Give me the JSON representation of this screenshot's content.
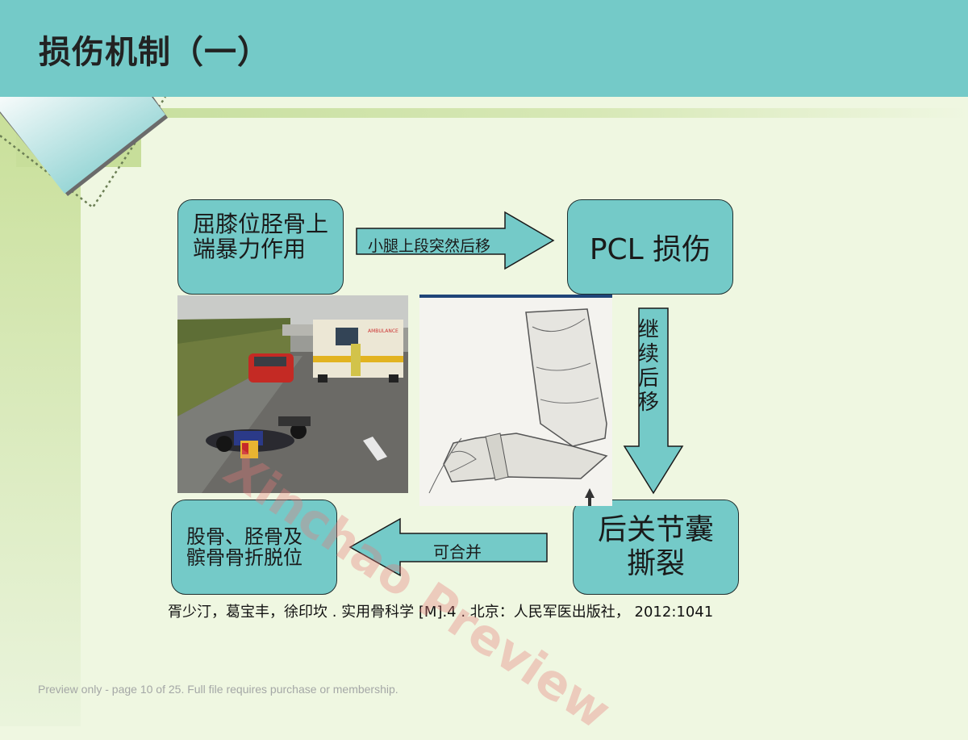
{
  "slide": {
    "title": "损伤机制（一）"
  },
  "flow": {
    "box1_line1": "屈膝位胫骨上",
    "box1_line2": "端暴力作用",
    "arrow1_label": "小腿上段突然后移",
    "box2": "PCL 损伤",
    "arrow2_label": "继续后移",
    "box4_line1": "后关节囊",
    "box4_line2": "撕裂",
    "arrow3_label": "可合并",
    "box3_line1": "股骨、胫骨及",
    "box3_line2": "髌骨骨折脱位"
  },
  "photo_scene": {
    "ambulance_sign": "AMBULANCE"
  },
  "citation": "胥少汀，葛宝丰，徐印坎 . 实用骨科学 [M].4 .  北京：人民军医出版社， 2012:1041",
  "footer": "Preview only - page 10 of 25. Full file requires purchase or membership.",
  "watermark": "Xinchao Preview",
  "colors": {
    "header": "#74cac8",
    "background": "#eff7e1",
    "box_fill": "#74cac8",
    "band": "#c8df9f"
  }
}
